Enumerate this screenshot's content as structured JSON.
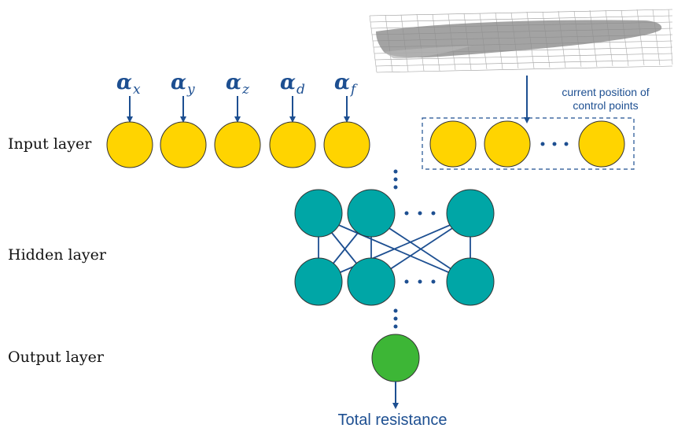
{
  "layers": {
    "input": "Input layer",
    "hidden": "Hidden layer",
    "output": "Output layer"
  },
  "parameters": [
    {
      "base": "α",
      "sub": "x"
    },
    {
      "base": "α",
      "sub": "y"
    },
    {
      "base": "α",
      "sub": "z"
    },
    {
      "base": "α",
      "sub": "d"
    },
    {
      "base": "α",
      "sub": "f"
    }
  ],
  "control_points_caption": {
    "line1": "current position of",
    "line2": "control points"
  },
  "output_caption": "Total resistance",
  "colors": {
    "input_node": "#ffd400",
    "hidden_node": "#00a6a6",
    "output_node": "#3db636",
    "arrow": "#1d4f91",
    "node_outline": "#333333"
  }
}
